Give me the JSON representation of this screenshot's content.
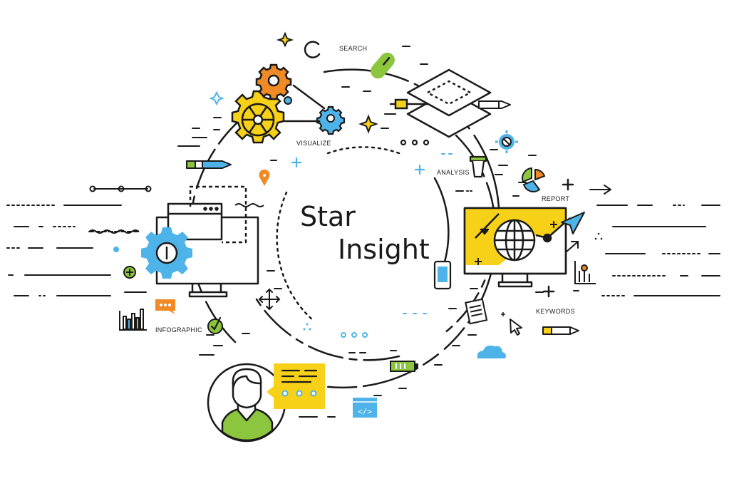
{
  "title": {
    "line1": "Star",
    "line2": "Insight"
  },
  "labels": {
    "search": "SEARCH",
    "visualize": "VISUALIZE",
    "analysis": "ANALYSIS",
    "report": "REPORT",
    "keywords": "KEYWORDS",
    "infographic": "INFOGRAPHIC"
  },
  "colors": {
    "line": "#1a1a1a",
    "yellow": "#f7d117",
    "blue": "#4db3e8",
    "orange": "#f08a24",
    "green": "#8cc63f"
  }
}
